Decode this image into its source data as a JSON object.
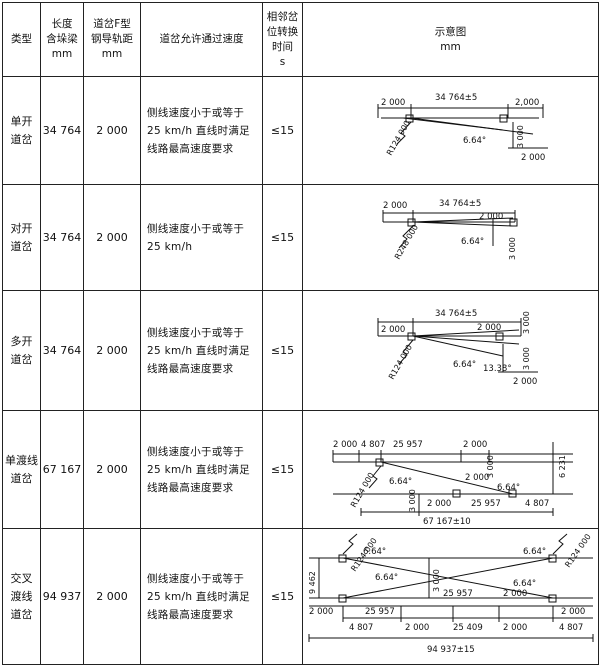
{
  "headers": {
    "type": "类型",
    "length": "长度\n含垛梁\nmm",
    "gauge": "道岔F型\n钢导轨距\nmm",
    "speed": "道岔允许通过速度",
    "time": "相邻岔\n位转换\n时间\ns",
    "diagram": "示意图\nmm"
  },
  "rows": [
    {
      "type": "单开\n道岔",
      "length": "34 764",
      "gauge": "2 000",
      "speed": "侧线速度小于或等于\n25 km/h 直线时满足\n线路最高速度要求",
      "time": "≤15",
      "labels": {
        "total": "34 764±5",
        "left": "2 000",
        "right": "2,000",
        "radius": "R124 000",
        "angle": "6.64°",
        "offset": "3 000",
        "bottom": "2 000"
      }
    },
    {
      "type": "对开\n道岔",
      "length": "34 764",
      "gauge": "2 000",
      "speed": "侧线速度小于或等于\n25 km/h",
      "time": "≤15",
      "labels": {
        "total": "34 764±5",
        "left": "2 000",
        "right": "2 000",
        "radius": "R248 000",
        "angle": "6.64°",
        "offset": "3 000"
      }
    },
    {
      "type": "多开\n道岔",
      "length": "34 764",
      "gauge": "2 000",
      "speed": "侧线速度小于或等于\n25 km/h 直线时满足\n线路最高速度要求",
      "time": "≤15",
      "labels": {
        "total": "34 764±5",
        "left": "2 000",
        "right": "2 000",
        "radius": "R124 000",
        "angle1": "6.64°",
        "angle2": "13.38°",
        "offset1": "3 000",
        "offset2": "3 000",
        "bottom": "2 000"
      }
    },
    {
      "type": "单渡线\n道岔",
      "length": "67 167",
      "gauge": "2 000",
      "speed": "侧线速度小于或等于\n25 km/h 直线时满足\n线路最高速度要求",
      "time": "≤15",
      "labels": {
        "t1": "2 000",
        "t2": "4 807",
        "t3": "25 957",
        "t4": "2 000",
        "height": "6 231",
        "b1": "2 000",
        "b2": "25 957",
        "b3": "4 807",
        "total": "67 167±10",
        "radius": "R124 000",
        "angle1": "6.64°",
        "angle2": "6.64°",
        "offset": "3 000",
        "offset2": "3 000",
        "mid": "2 000"
      }
    },
    {
      "type": "交叉\n渡线\n道岔",
      "length": "94 937",
      "gauge": "2 000",
      "speed": "侧线速度小于或等于\n25 km/h 直线时满足\n线路最高速度要求",
      "time": "≤15",
      "labels": {
        "r1": "R124 000",
        "r2": "R124 000",
        "a1": "6.64°",
        "a2": "6.64°",
        "a3": "6.64°",
        "a4": "6.64°",
        "height": "9 462",
        "offset": "3 000",
        "m1": "2 000",
        "m2": "25 957",
        "m3": "25 957",
        "m4": "2 000",
        "m5": "2 000",
        "b1": "4 807",
        "b2": "2 000",
        "b3": "25 409",
        "b4": "2 000",
        "b5": "4 807",
        "total": "94 937±15"
      }
    }
  ]
}
